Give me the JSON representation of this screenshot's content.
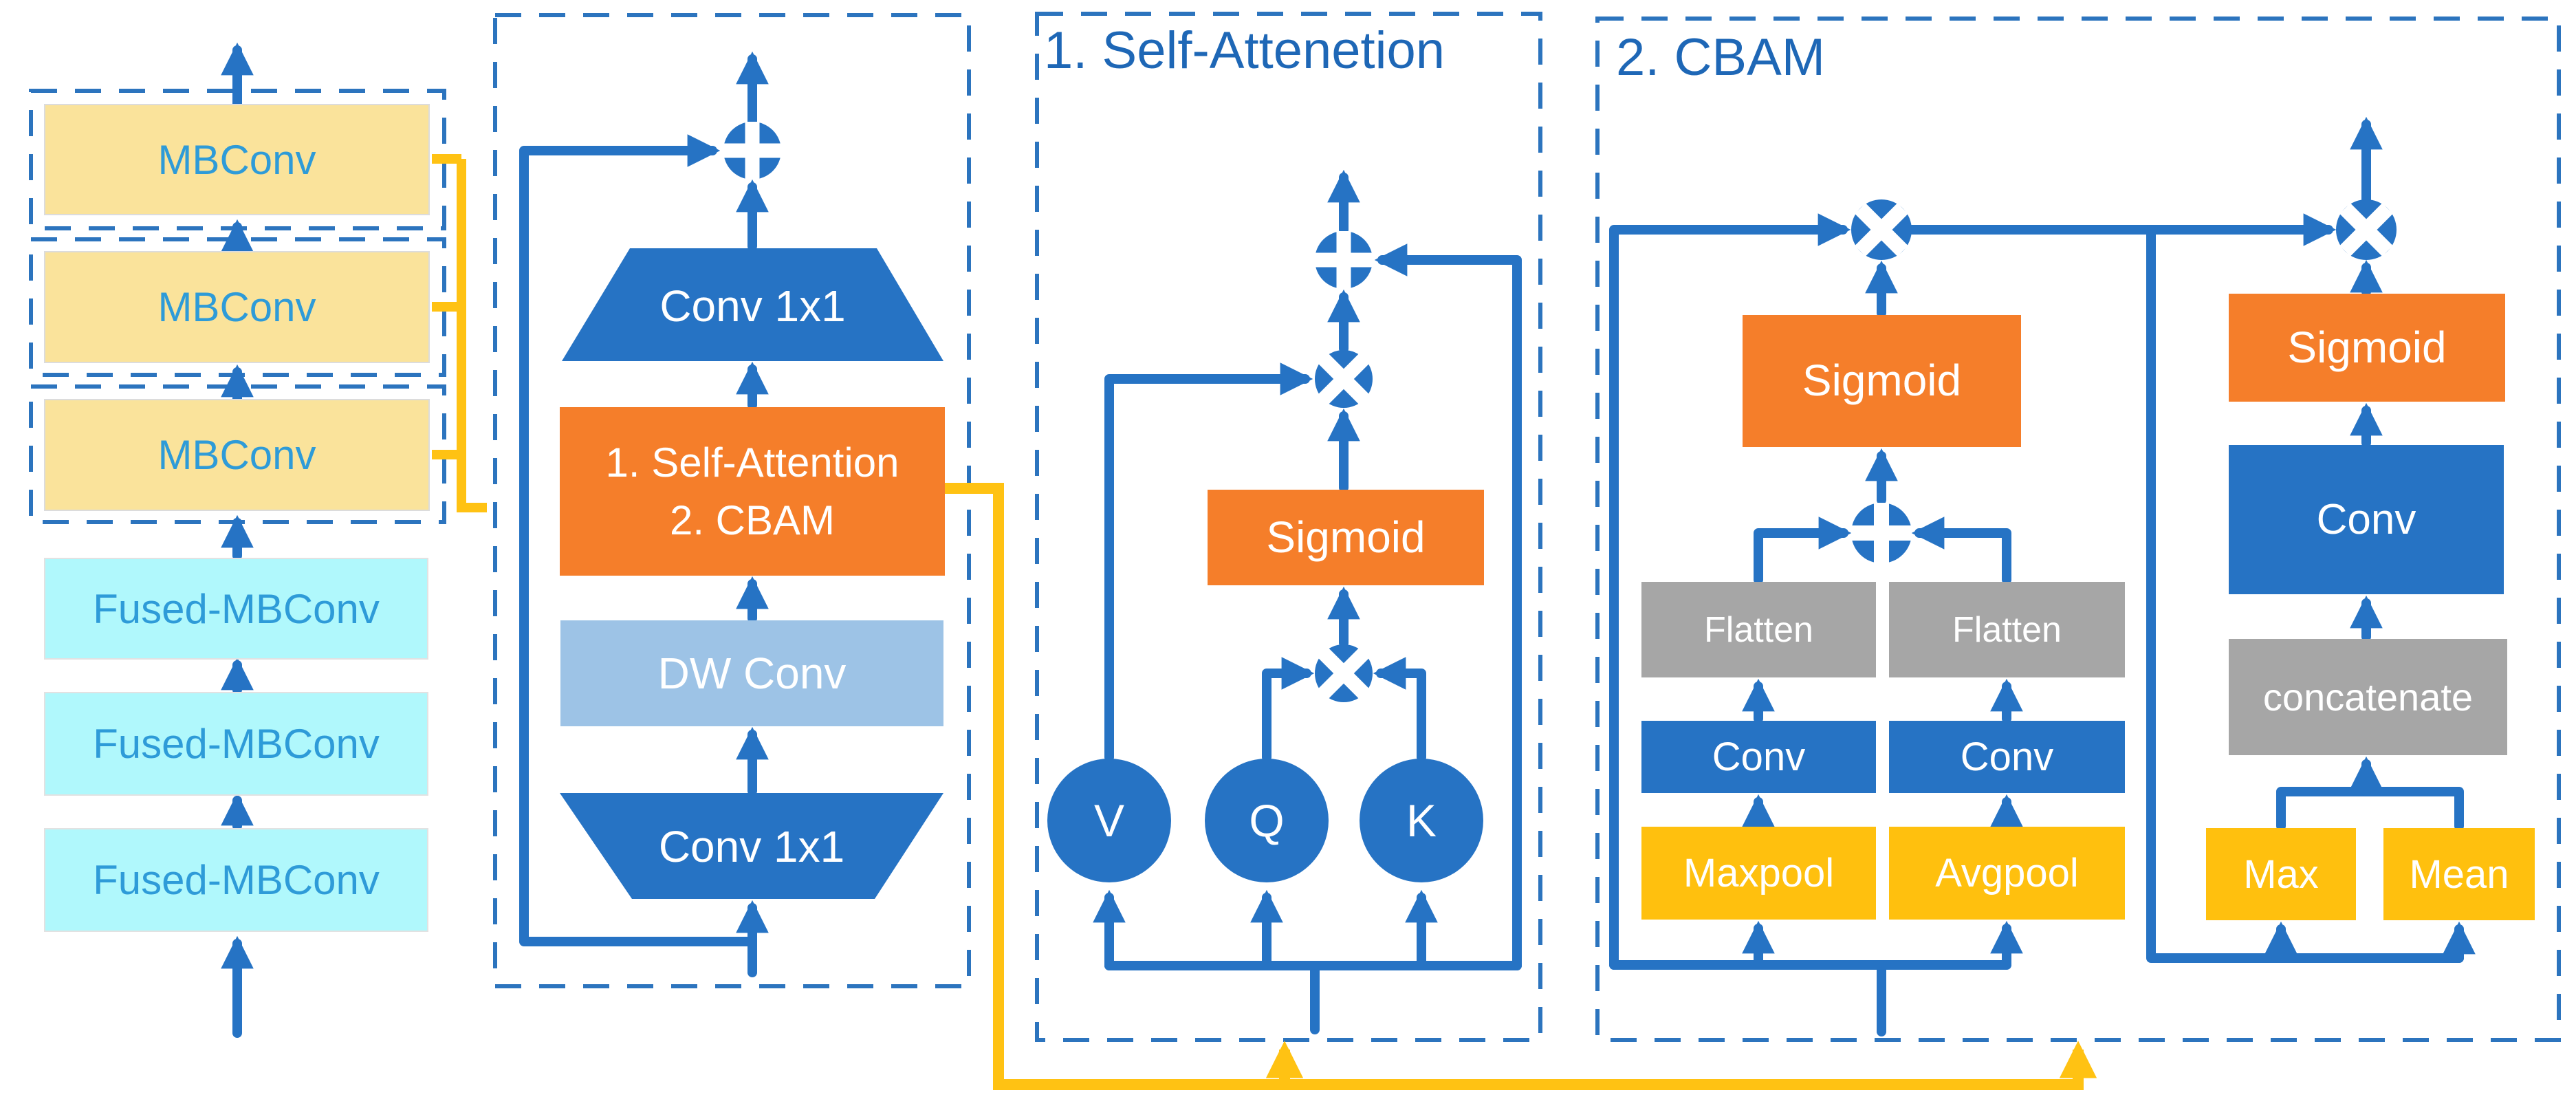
{
  "backbone": {
    "mbconv_labels": [
      "MBConv",
      "MBConv",
      "MBConv"
    ],
    "fused_labels": [
      "Fused-MBConv",
      "Fused-MBConv",
      "Fused-MBConv"
    ]
  },
  "block_detail": {
    "conv1x1_top": "Conv 1x1",
    "attention_line1": "1. Self-Attention",
    "attention_line2": "2. CBAM",
    "dwconv": "DW Conv",
    "conv1x1_bottom": "Conv 1x1"
  },
  "self_attention": {
    "title": "1. Self-Attenetion",
    "sigmoid": "Sigmoid",
    "v": "V",
    "q": "Q",
    "k": "K"
  },
  "cbam": {
    "title": "2. CBAM",
    "channel": {
      "sigmoid": "Sigmoid",
      "flatten_left": "Flatten",
      "flatten_right": "Flatten",
      "conv_left": "Conv",
      "conv_right": "Conv",
      "maxpool": "Maxpool",
      "avgpool": "Avgpool"
    },
    "spatial": {
      "sigmoid": "Sigmoid",
      "conv": "Conv",
      "concatenate": "concatenate",
      "max": "Max",
      "mean": "Mean"
    }
  },
  "icons": {
    "add_operator": "circled-plus",
    "multiply_operator": "circled-cross"
  },
  "colors": {
    "primary_blue": "#2673C4",
    "light_blue": "#9DC3E6",
    "orange": "#F57E2A",
    "gold": "#FFC00E",
    "tan_mbconv": "#FAE39B",
    "cyan_fused": "#B0F8FC",
    "gray": "#A6A6A6",
    "connector_yellow": "#FFC213",
    "dashed_border_blue": "#2C74BE",
    "label_blue": "#2E9BD8",
    "title_blue": "#1E67B6"
  }
}
